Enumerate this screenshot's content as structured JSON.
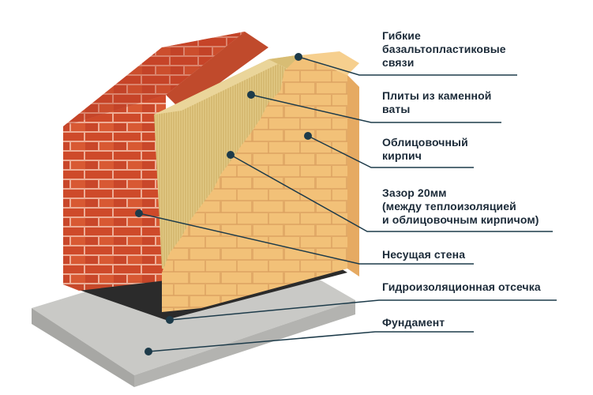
{
  "colors": {
    "brick_front": "#d4502e",
    "brick_top": "#c1432a",
    "mortar": "#f0b39c",
    "insulation": "#e2ca86",
    "facing_brick": "#f2c178",
    "waterproofing": "#2b2b2b",
    "foundation": "#b9b9b6",
    "leader": "#1d3b4a"
  },
  "labels": {
    "ties": [
      "Гибкие",
      "базальтопластиковые",
      "связи"
    ],
    "wool": [
      "Плиты из каменной",
      "ваты"
    ],
    "facing": [
      "Облицовочный",
      "кирпич"
    ],
    "gap": [
      "Зазор 20мм",
      "(между теплоизоляцией",
      "и облицовочным кирпичом)"
    ],
    "bearing": [
      "Несущая стена"
    ],
    "waterproof": [
      "Гидроизоляционная отсечка"
    ],
    "foundation": [
      "Фундамент"
    ]
  }
}
